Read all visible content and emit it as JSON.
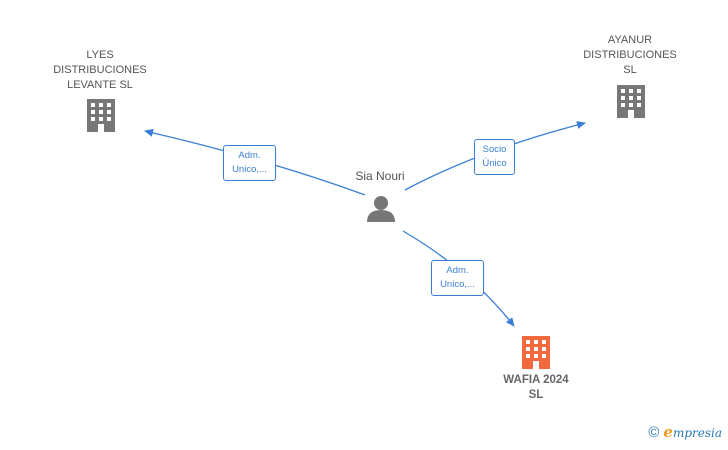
{
  "nodes": {
    "lyes": {
      "lines": [
        "LYES",
        "DISTRIBUCIONES",
        "LEVANTE  SL"
      ],
      "icon": "building-icon",
      "color": "#777777"
    },
    "ayanur": {
      "lines": [
        "AYANUR",
        "DISTRIBUCIONES",
        "SL"
      ],
      "icon": "building-icon",
      "color": "#777777"
    },
    "wafia": {
      "lines": [
        "WAFIA 2024",
        "SL"
      ],
      "icon": "building-icon",
      "color": "#f26a3b"
    },
    "person": {
      "name": "Sia Nouri",
      "icon": "person-icon",
      "color": "#777777"
    }
  },
  "edges": {
    "to_lyes": {
      "lines": [
        "Adm.",
        "Unico,..."
      ]
    },
    "to_ayanur": {
      "lines": [
        "Socio",
        "Único"
      ]
    },
    "to_wafia": {
      "lines": [
        "Adm.",
        "Unico,..."
      ]
    }
  },
  "colors": {
    "edge": "#3a7fd5",
    "building_gray": "#777777",
    "building_highlight": "#f26a3b"
  },
  "brand": {
    "copyright": "©",
    "initial": "e",
    "rest": "mpresia"
  }
}
